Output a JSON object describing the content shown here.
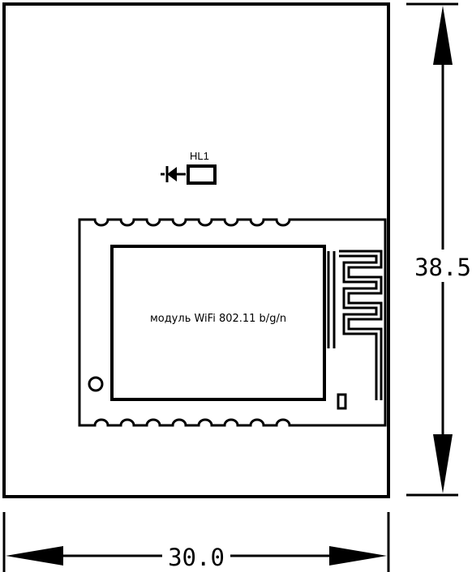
{
  "board": {
    "width_label": "30.0",
    "height_label": "38.5"
  },
  "led": {
    "ref": "HL1"
  },
  "module": {
    "label": "модуль WiFi 802.11 b/g/n"
  },
  "colors": {
    "line": "#000000",
    "background": "#ffffff"
  }
}
